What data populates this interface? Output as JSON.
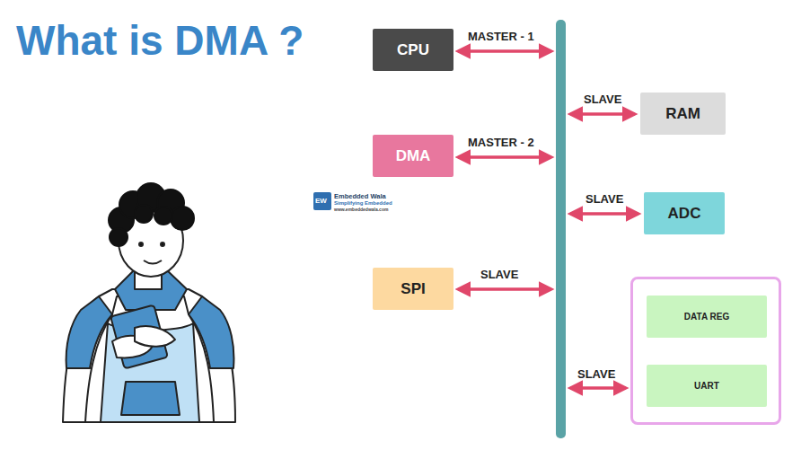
{
  "diagram": {
    "title": "What is DMA ?",
    "nodes": [
      {
        "text": [
          "CPU"
        ]
      },
      {
        "text": [
          "RAM"
        ]
      },
      {
        "text": [
          "DMA"
        ]
      },
      {
        "text": [
          "ADC"
        ]
      },
      {
        "text": [
          "SPI"
        ]
      },
      {
        "text": []
      },
      {
        "text": [
          "DATA REG"
        ],
        "in": 5
      },
      {
        "text": [
          "UART"
        ],
        "in": 5
      }
    ],
    "edges": [
      {
        "from": 7,
        "to": 6,
        "arrow": "to"
      }
    ],
    "labels": [
      "MASTER - 1",
      "SLAVE",
      "MASTER - 2",
      "SLAVE",
      "SLAVE",
      "SLAVE",
      "EW",
      "Embedded Wala",
      "Simplifying Embedded",
      "www.embeddedwala.com"
    ]
  }
}
